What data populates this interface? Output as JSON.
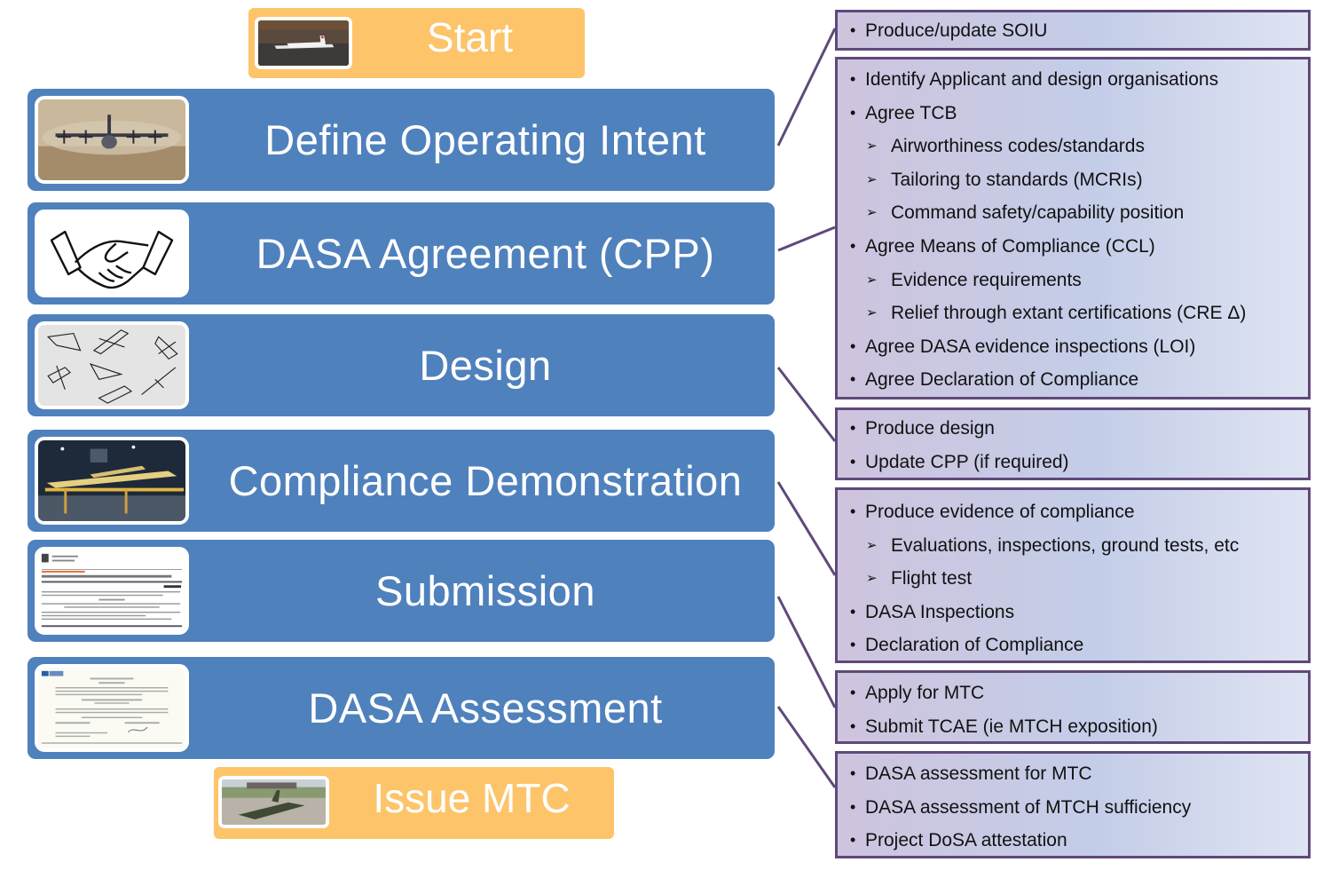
{
  "start": {
    "label": "Start",
    "image": "light-aircraft-on-runway"
  },
  "finish": {
    "label": "Issue MTC",
    "image": "jet-aircraft-on-tarmac"
  },
  "steps": [
    {
      "label": "Define Operating Intent",
      "image": "transport-aircraft-dust"
    },
    {
      "label": "DASA Agreement (CPP)",
      "image": "handshake"
    },
    {
      "label": "Design",
      "image": "aircraft-design-sketches"
    },
    {
      "label": "Compliance Demonstration",
      "image": "aircraft-test-rig"
    },
    {
      "label": "Submission",
      "image": "application-form-document"
    },
    {
      "label": "DASA Assessment",
      "image": "type-certificate-document"
    }
  ],
  "detail_boxes": [
    {
      "items": [
        {
          "level": 1,
          "text": "Produce/update SOIU"
        }
      ]
    },
    {
      "items": [
        {
          "level": 1,
          "text": "Identify Applicant and design organisations"
        },
        {
          "level": 1,
          "text": "Agree TCB"
        },
        {
          "level": 2,
          "text": "Airworthiness  codes/standards"
        },
        {
          "level": 2,
          "text": "Tailoring  to standards (MCRIs)"
        },
        {
          "level": 2,
          "text": "Command safety/capability position"
        },
        {
          "level": 1,
          "text": "Agree Means of Compliance  (CCL)"
        },
        {
          "level": 2,
          "text": " Evidence  requirements"
        },
        {
          "level": 2,
          "text": " Relief through extant certifications  (CRE Δ)"
        },
        {
          "level": 1,
          "text": " Agree DASA evidence inspections (LOI)"
        },
        {
          "level": 1,
          "text": " Agree Declaration of Compliance"
        }
      ]
    },
    {
      "items": [
        {
          "level": 1,
          "text": "Produce design"
        },
        {
          "level": 1,
          "text": "Update CPP (if required)"
        }
      ]
    },
    {
      "items": [
        {
          "level": 1,
          "text": "Produce evidence  of compliance"
        },
        {
          "level": 2,
          "text": "Evaluations, inspections, ground tests, etc"
        },
        {
          "level": 2,
          "text": "Flight test"
        },
        {
          "level": 1,
          "text": "DASA Inspections"
        },
        {
          "level": 1,
          "text": "Declaration of Compliance"
        }
      ]
    },
    {
      "items": [
        {
          "level": 1,
          "text": "Apply for MTC"
        },
        {
          "level": 1,
          "text": "Submit TCAE (ie MTCH exposition)"
        }
      ]
    },
    {
      "items": [
        {
          "level": 1,
          "text": "DASA assessment for MTC"
        },
        {
          "level": 1,
          "text": "DASA assessment of MTCH sufficiency"
        },
        {
          "level": 1,
          "text": "Project DoSA attestation"
        }
      ]
    }
  ],
  "colors": {
    "step_fill": "#4f81bd",
    "terminal_fill": "#fdc46a",
    "box_border": "#5f497a",
    "connector": "#5f497a"
  }
}
